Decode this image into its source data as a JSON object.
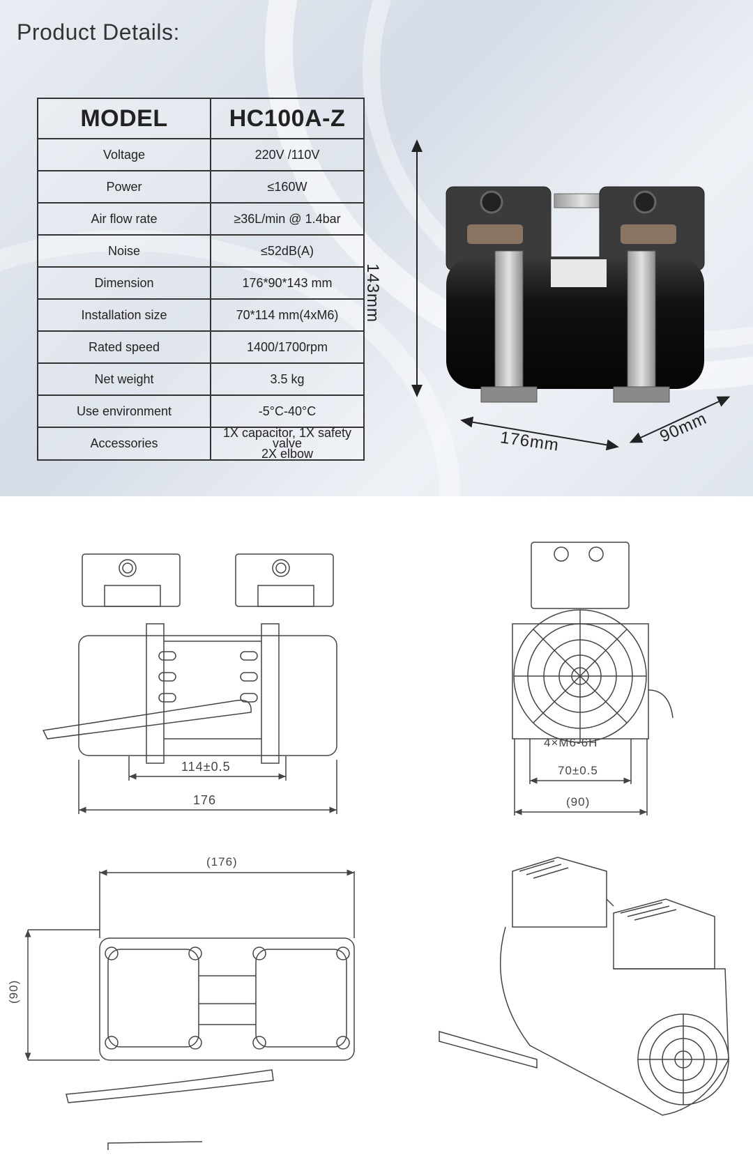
{
  "page": {
    "title": "Product Details:"
  },
  "specs": {
    "header": {
      "key": "MODEL",
      "value": "HC100A-Z"
    },
    "rows": [
      {
        "key": "Voltage",
        "value": "220V /110V"
      },
      {
        "key": "Power",
        "value": "≤160W"
      },
      {
        "key": "Air flow rate",
        "value": "≥36L/min @ 1.4bar"
      },
      {
        "key": "Noise",
        "value": "≤52dB(A)"
      },
      {
        "key": "Dimension",
        "value": "176*90*143 mm"
      },
      {
        "key": "Installation size",
        "value": "70*114 mm(4xM6)"
      },
      {
        "key": "Rated speed",
        "value": "1400/1700rpm"
      },
      {
        "key": "Net weight",
        "value": "3.5 kg"
      },
      {
        "key": "Use environment",
        "value": "-5°C-40°C"
      }
    ],
    "accessories": {
      "key": "Accessories",
      "line1": "1X capacitor, 1X safety valve",
      "line2": "2X elbow"
    }
  },
  "photo_dims": {
    "height": "143mm",
    "length": "176mm",
    "depth": "90mm"
  },
  "drawings": {
    "front": {
      "inner": "114±0.5",
      "outer": "176"
    },
    "side": {
      "thread": "4×M6-6H",
      "mount": "70±0.5",
      "width": "(90)"
    },
    "top": {
      "length": "(176)",
      "width": "(90)"
    }
  }
}
